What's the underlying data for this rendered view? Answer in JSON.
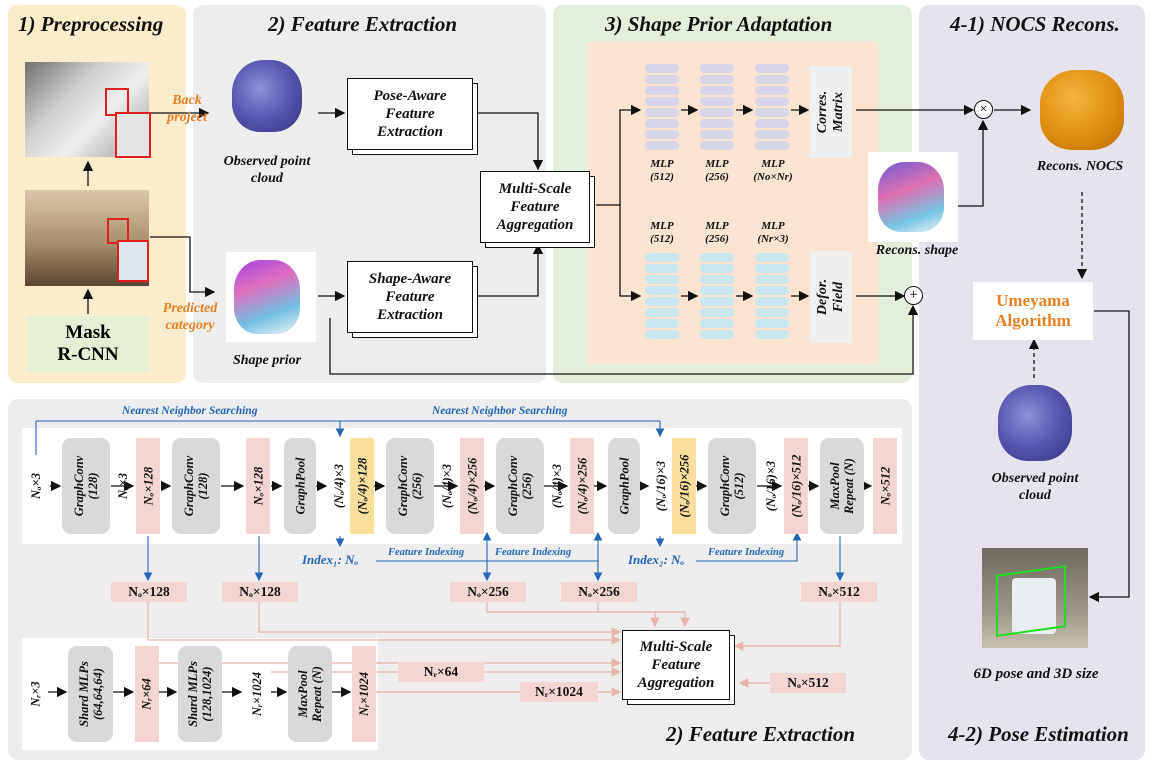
{
  "panels": {
    "preprocessing": "1) Preprocessing",
    "feature_extraction": "2) Feature Extraction",
    "shape_prior_adaptation": "3) Shape Prior Adaptation",
    "nocs_recons": "4-1) NOCS Recons.",
    "feature_extraction_detail": "2) Feature Extraction",
    "pose_estimation": "4-2) Pose Estimation"
  },
  "preprocessing": {
    "back_project": "Back\nproject",
    "predicted_category": "Predicted\ncategory",
    "mask_rcnn": "Mask\nR-CNN"
  },
  "feature_extraction": {
    "pose_aware": "Pose-Aware\nFeature\nExtraction",
    "shape_aware": "Shape-Aware\nFeature\nExtraction",
    "multi_scale": "Multi-Scale\nFeature\nAggregation",
    "observed_point_cloud": "Observed point\ncloud",
    "shape_prior": "Shape prior"
  },
  "shape_prior_adaptation": {
    "mlp_top": [
      "MLP\n(512)",
      "MLP\n(256)",
      "MLP\n(No×Nr)"
    ],
    "mlp_bottom": [
      "MLP\n(512)",
      "MLP\n(256)",
      "MLP\n(Nr×3)"
    ],
    "corres_matrix": "Corres.\nMatrix",
    "defor_field": "Defor.\nField",
    "recons_shape": "Recons. shape",
    "colors": {
      "mlp_top": "#d9d5e8",
      "mlp_bottom": "#c9e6ee"
    }
  },
  "nocs": {
    "recons_nocs": "Recons. NOCS",
    "umeyama": "Umeyama\nAlgorithm",
    "observed_point_cloud": "Observed point\ncloud",
    "pose_label": "6D pose and 3D size"
  },
  "detail": {
    "nns_1": "Nearest Neighbor Searching",
    "nns_2": "Nearest Neighbor Searching",
    "feature_indexing": [
      "Feature Indexing",
      "Feature Indexing",
      "Feature Indexing"
    ],
    "index1": "Index₁: Nₒ",
    "index2": "Index₂: Nₒ",
    "ops": [
      "GraphConv\n(128)",
      "GraphConv\n(128)",
      "GraphPool",
      "GraphConv\n(256)",
      "GraphConv\n(256)",
      "GraphPool",
      "GraphConv\n(512)",
      "MaxPool\nRepeat (N)"
    ],
    "dims": [
      "Nₒ×3",
      "Nₒ×128",
      "Nₒ×3",
      "Nₒ×128",
      "(Nₒ/4)×3",
      "(Nₒ/4)×128",
      "(Nₒ/4)×3",
      "(Nₒ/4)×256",
      "(Nₒ/4)×3",
      "(Nₒ/4)×256",
      "(Nₒ/16)×3",
      "(Nₒ/16)×256",
      "(Nₒ/16)×3",
      "(Nₒ/16)×512",
      "Nₒ×512"
    ],
    "tags": [
      "Nₒ×128",
      "Nₒ×128",
      "Nₒ×256",
      "Nₒ×256",
      "Nₒ×512"
    ],
    "shape_ops": [
      "Shard MLPs\n(64,64,64)",
      "Shard MLPs\n(128,1024)",
      "MaxPool\nRepeat (N)"
    ],
    "shape_dims": [
      "Nᵣ×3",
      "Nᵣ×64",
      "Nᵣ×1024",
      "Nᵣ×1024"
    ],
    "shape_tags": [
      "Nᵣ×64",
      "Nᵣ×1024",
      "Nₒ×512"
    ],
    "multi_scale": "Multi-Scale\nFeature\nAggregation"
  },
  "colors": {
    "preprocessing_bg": "#fbeccb",
    "feature_bg": "#ededed",
    "adaptation_bg": "#e4efdb",
    "adaptation_inner": "#fbe3d1",
    "nocs_bg": "#e6e3ee",
    "accent_orange": "#e67e22",
    "blue": "#2466b5",
    "pink": "#f3d6d2",
    "yellow": "#f8df9e"
  }
}
